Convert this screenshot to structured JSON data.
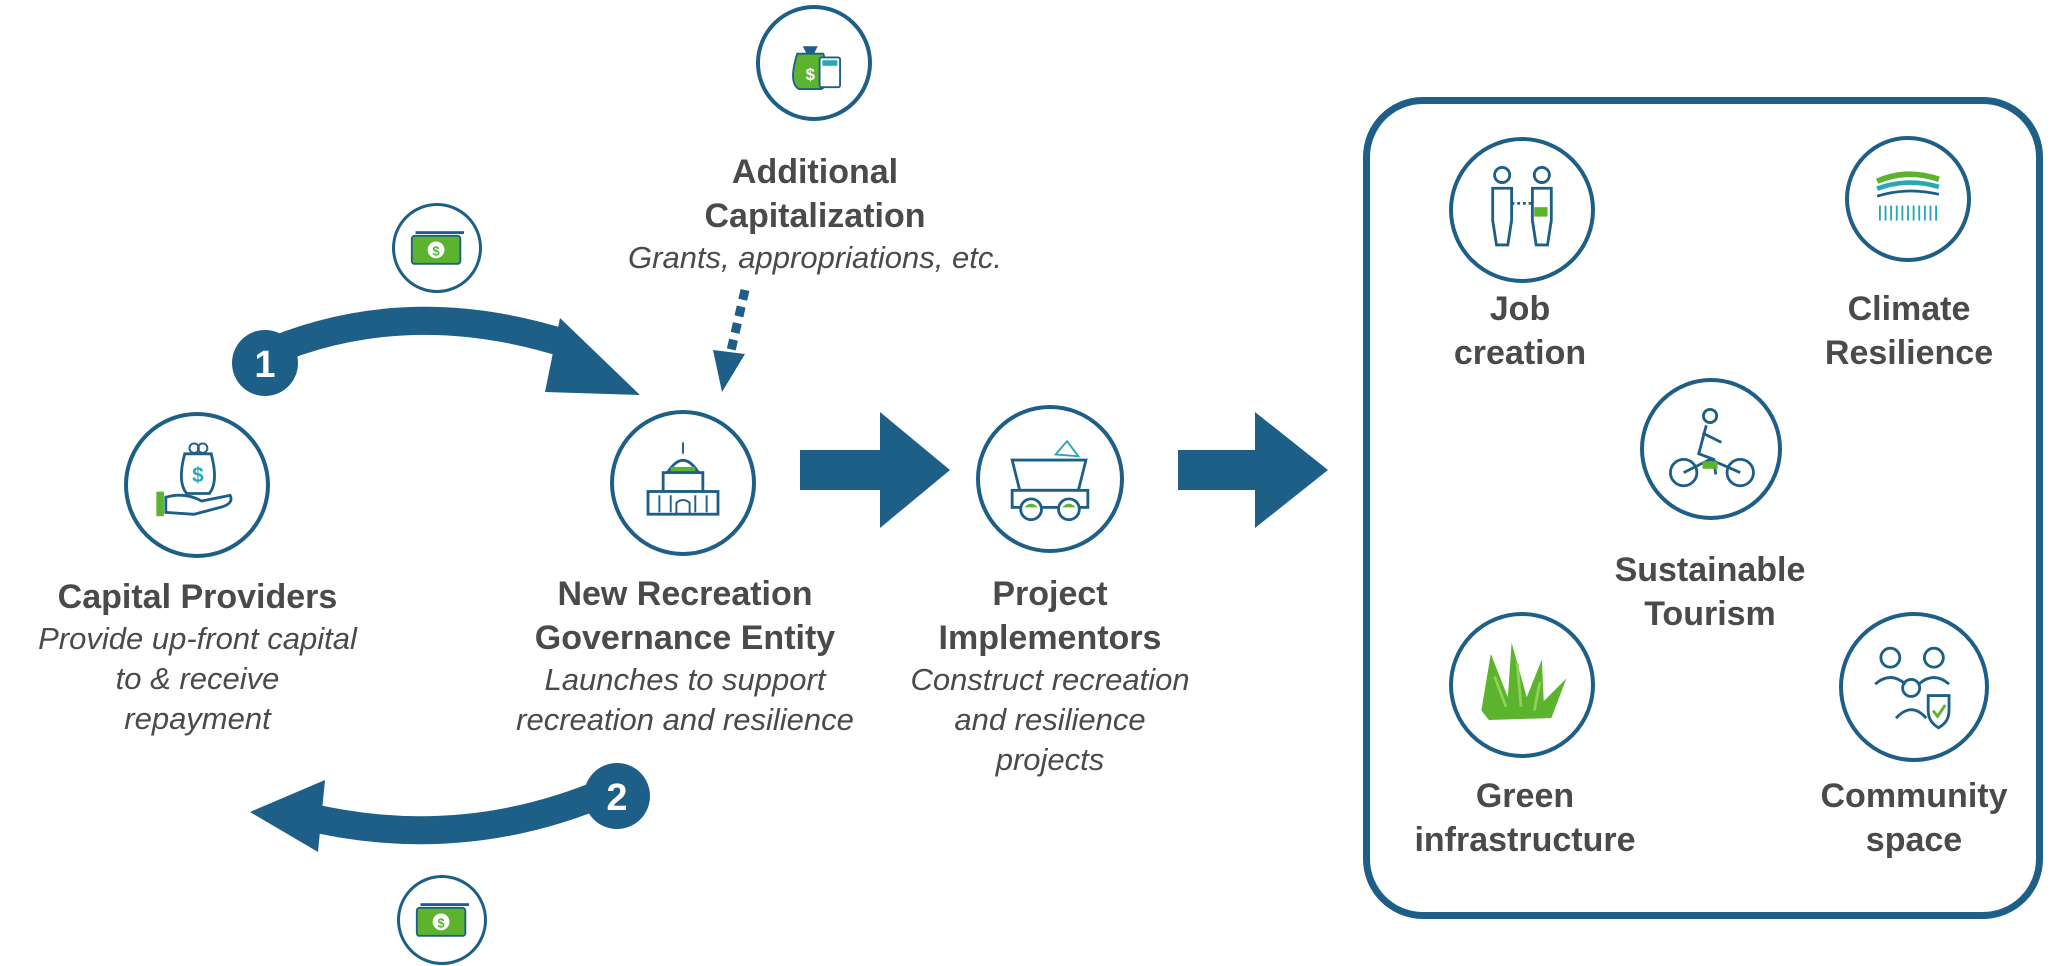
{
  "colors": {
    "navy": "#1d5f86",
    "green": "#5cb32e",
    "teal": "#2aa7b5",
    "text": "#4a4a4a"
  },
  "additional_capitalization": {
    "title_line1": "Additional",
    "title_line2": "Capitalization",
    "subtitle": "Grants, appropriations, etc.",
    "icon": "money-bag-calculator-icon"
  },
  "capital_providers": {
    "title": "Capital Providers",
    "desc_line1": "Provide up-front capital",
    "desc_line2": "to & receive",
    "desc_line3": "repayment",
    "icon": "hand-money-bag-icon"
  },
  "governance": {
    "title_line1": "New Recreation",
    "title_line2": "Governance Entity",
    "desc_line1": "Launches to support",
    "desc_line2": "recreation and resilience",
    "icon": "capitol-building-icon"
  },
  "implementors": {
    "title_line1": "Project",
    "title_line2": "Implementors",
    "desc_line1": "Construct recreation",
    "desc_line2": "and resilience",
    "desc_line3": "projects",
    "icon": "dump-truck-icon"
  },
  "flow": {
    "step1": "1",
    "step2": "2",
    "cash_icon": "cash-bill-icon"
  },
  "outcomes": [
    {
      "line1": "Job",
      "line2": "creation",
      "icon": "handshake-people-icon"
    },
    {
      "line1": "Climate",
      "line2": "Resilience",
      "icon": "climate-waves-icon"
    },
    {
      "line1": "Sustainable",
      "line2": "Tourism",
      "icon": "cyclist-icon"
    },
    {
      "line1": "Green",
      "line2": "infrastructure",
      "icon": "grass-icon"
    },
    {
      "line1": "Community",
      "line2": "space",
      "icon": "community-shield-icon"
    }
  ]
}
